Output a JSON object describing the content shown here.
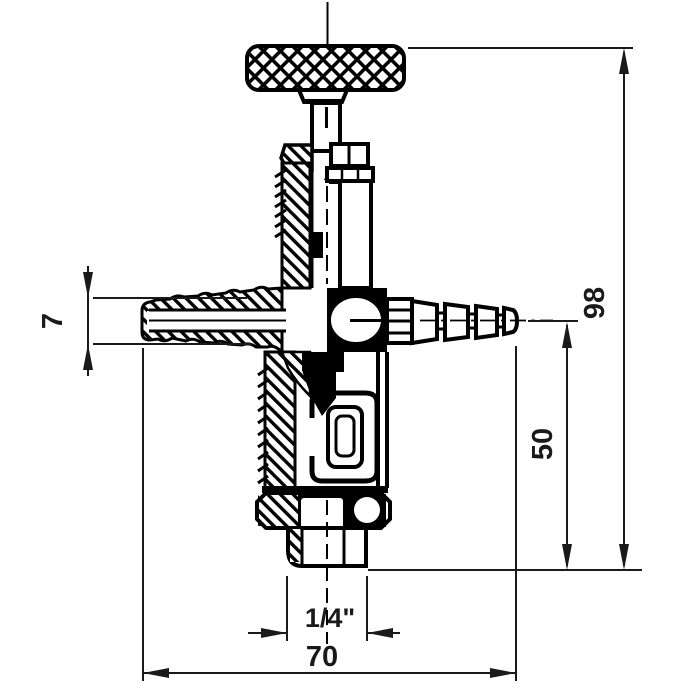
{
  "drawing": {
    "background_color": "#ffffff",
    "line_color": "#000000",
    "dimensions": {
      "overall_height": {
        "label": "98"
      },
      "spout_height": {
        "label": "50"
      },
      "hose_barb_od": {
        "label": "7"
      },
      "overall_width": {
        "label": "70"
      },
      "thread_size": {
        "label": "1/4\""
      }
    }
  }
}
